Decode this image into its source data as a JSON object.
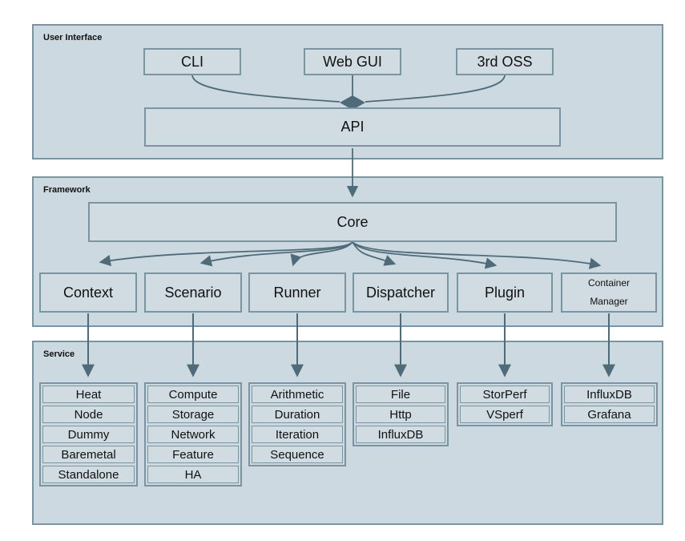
{
  "colors": {
    "section_fill": "#ccd9e0",
    "box_fill": "#d0dce2",
    "border": "#7a94a1",
    "arrow": "#4f6b79",
    "text": "#111111"
  },
  "user_interface": {
    "label": "User Interface",
    "cli": "CLI",
    "web_gui": "Web GUI",
    "third_oss": "3rd OSS",
    "api": "API"
  },
  "framework": {
    "label": "Framework",
    "core": "Core",
    "modules": [
      {
        "label": "Context"
      },
      {
        "label": "Scenario"
      },
      {
        "label": "Runner"
      },
      {
        "label": "Dispatcher"
      },
      {
        "label": "Plugin"
      },
      {
        "label": "Container Manager"
      }
    ]
  },
  "service": {
    "label": "Service",
    "columns": [
      {
        "parent": "Context",
        "items": [
          "Heat",
          "Node",
          "Dummy",
          "Baremetal",
          "Standalone"
        ]
      },
      {
        "parent": "Scenario",
        "items": [
          "Compute",
          "Storage",
          "Network",
          "Feature",
          "HA"
        ]
      },
      {
        "parent": "Runner",
        "items": [
          "Arithmetic",
          "Duration",
          "Iteration",
          "Sequence"
        ]
      },
      {
        "parent": "Dispatcher",
        "items": [
          "File",
          "Http",
          "InfluxDB"
        ]
      },
      {
        "parent": "Plugin",
        "items": [
          "StorPerf",
          "VSperf"
        ]
      },
      {
        "parent": "Container Manager",
        "items": [
          "InfluxDB",
          "Grafana"
        ]
      }
    ]
  }
}
